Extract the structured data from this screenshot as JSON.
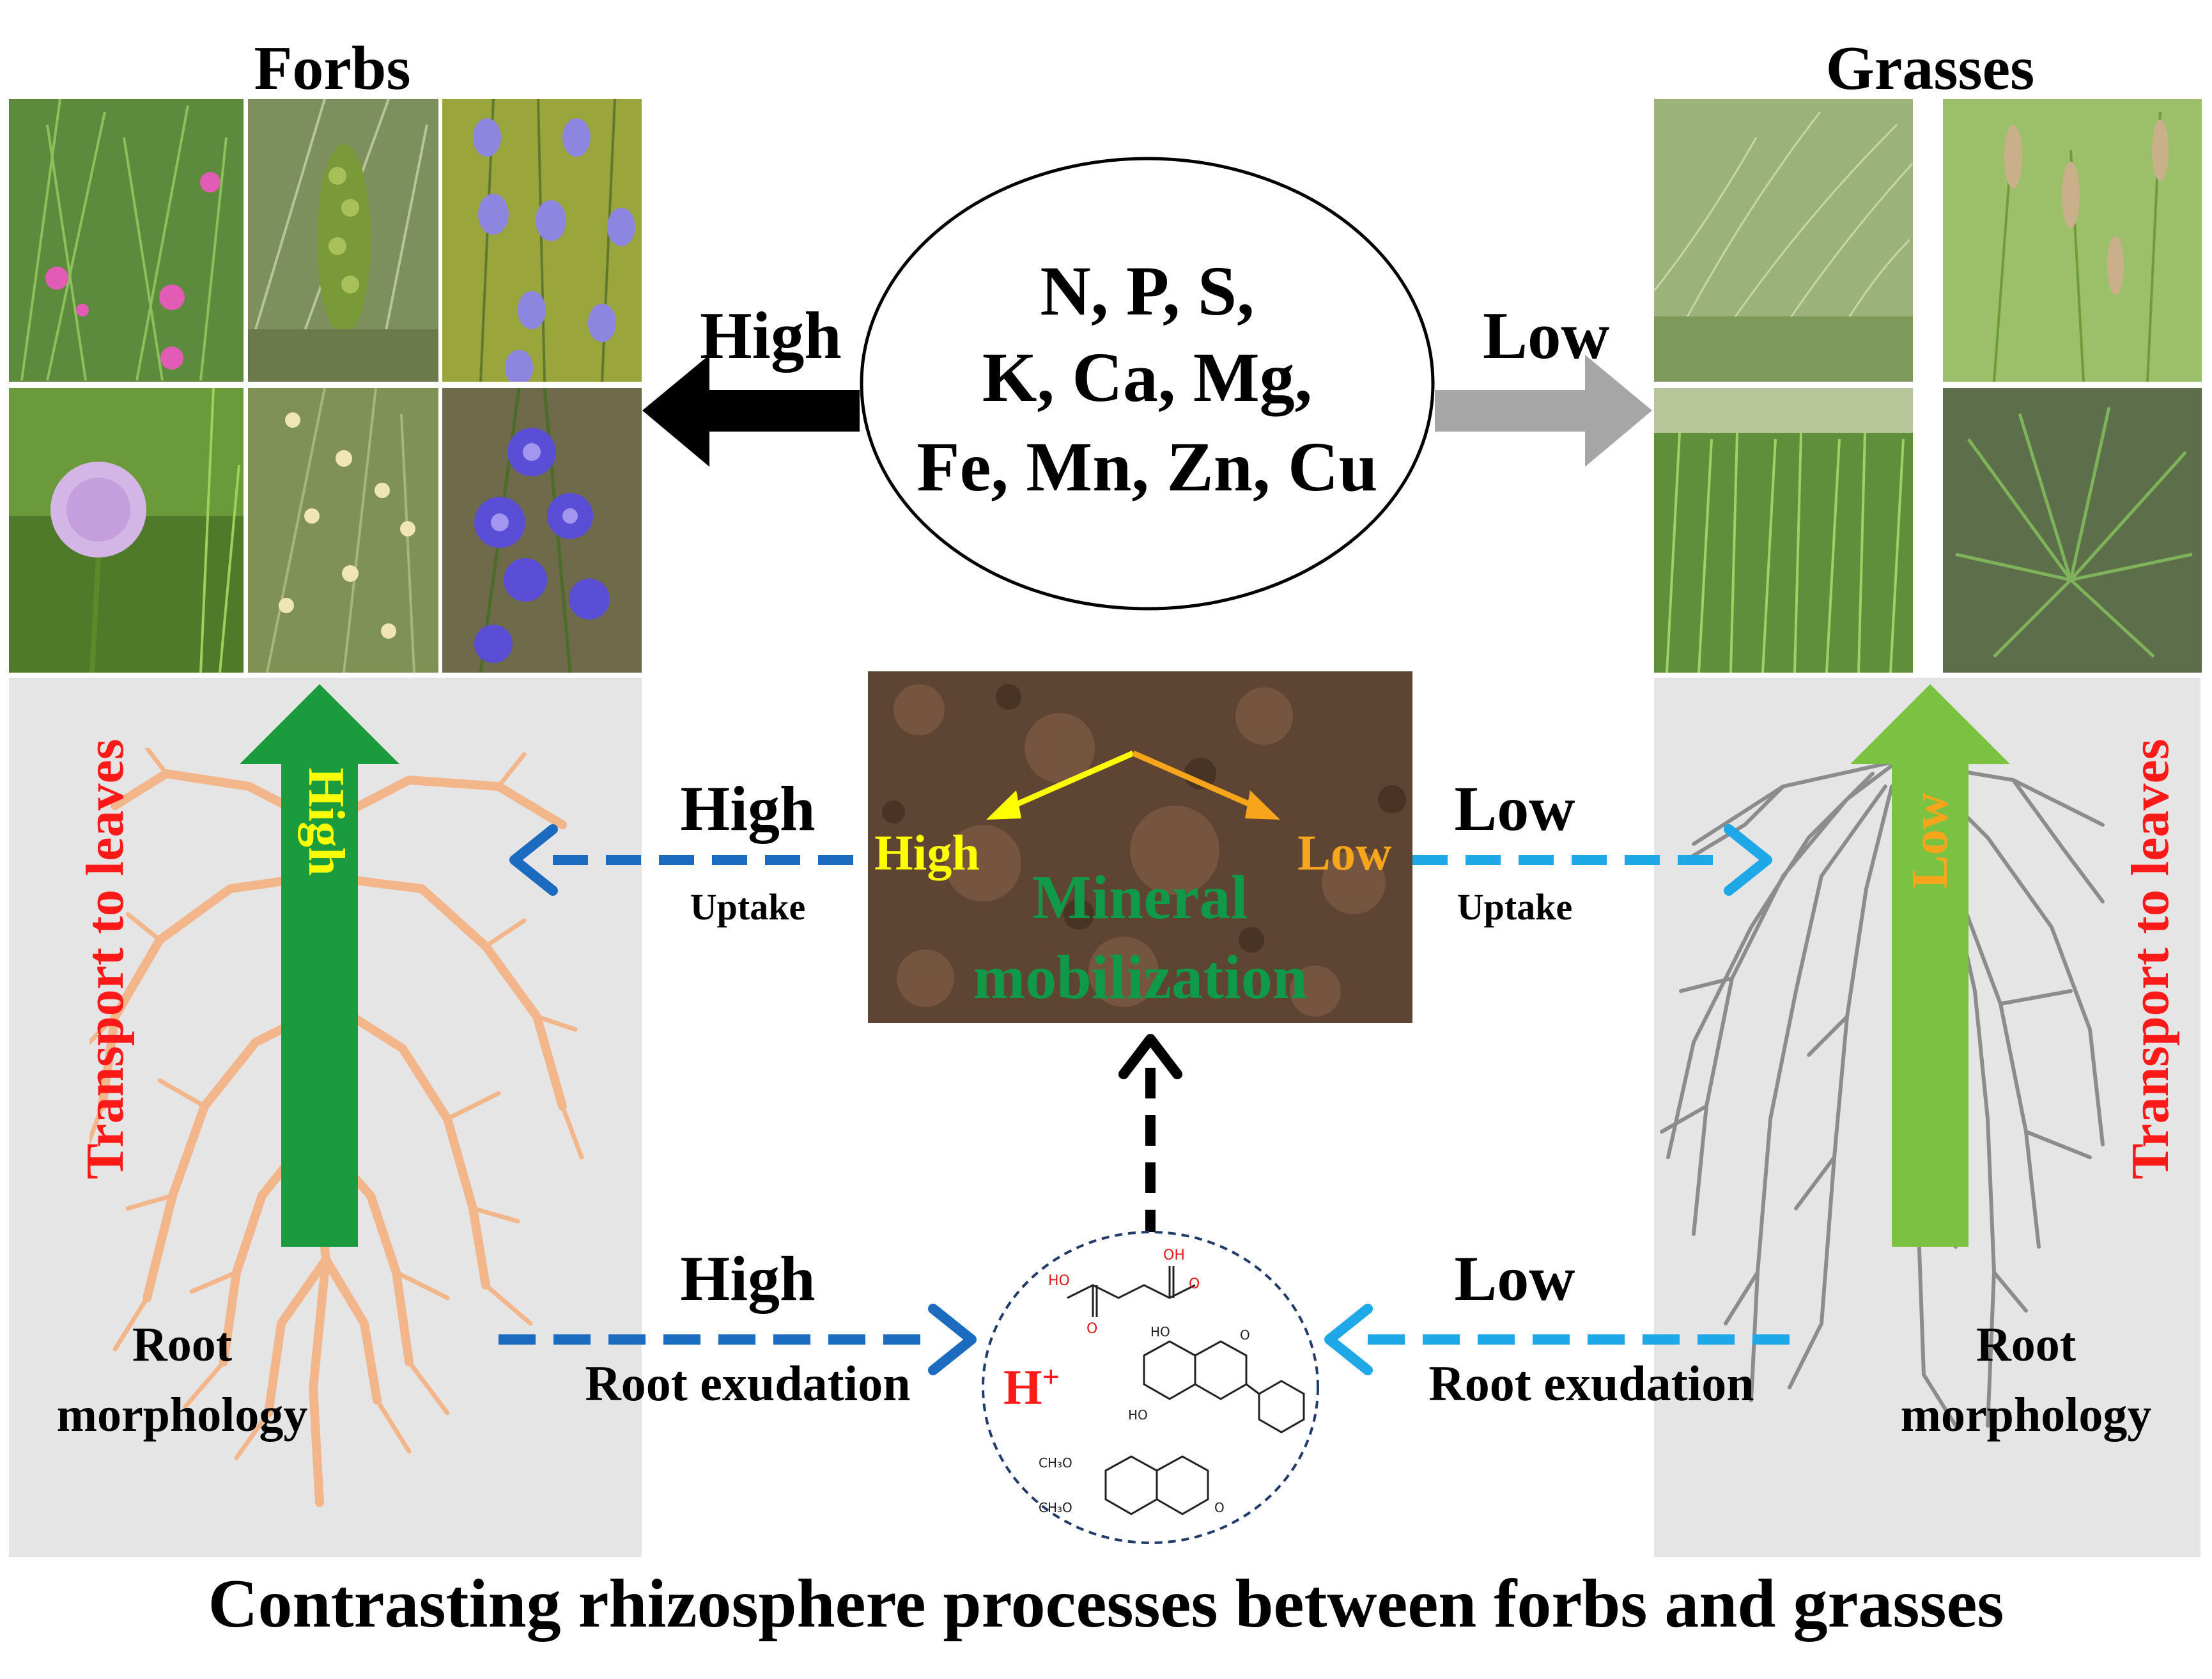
{
  "groups": {
    "forbs": {
      "title": "Forbs"
    },
    "grasses": {
      "title": "Grasses"
    }
  },
  "nutrients": {
    "line1": "N, P, S,",
    "line2": "K, Ca, Mg,",
    "line3": "Fe, Mn, Zn, Cu"
  },
  "concentration": {
    "forbs": "High",
    "grasses": "Low"
  },
  "soil": {
    "high_label": "High",
    "low_label": "Low",
    "title_line1": "Mineral",
    "title_line2": "mobilization"
  },
  "uptake": {
    "forbs_level": "High",
    "forbs_label": "Uptake",
    "grasses_level": "Low",
    "grasses_label": "Uptake"
  },
  "exudation": {
    "forbs_level": "High",
    "forbs_label": "Root exudation",
    "grasses_level": "Low",
    "grasses_label": "Root exudation",
    "proton": "H",
    "proton_charge": "+"
  },
  "roots": {
    "forbs_label_1": "Root",
    "forbs_label_2": "morphology",
    "grasses_label_1": "Root",
    "grasses_label_2": "morphology",
    "forbs_transport": "Transport to leaves",
    "grasses_transport": "Transport to leaves",
    "forbs_transport_level": "High",
    "grasses_transport_level": "Low"
  },
  "caption": "Contrasting rhizosphere processes between forbs and grasses",
  "colors": {
    "panel": "#e6e5e6",
    "forb_root": "#f3b58a",
    "grass_root": "#8c8c8c",
    "forb_arrow": "#1a9b3d",
    "grass_arrow": "#7cc242",
    "dark_blue": "#1b6cc0",
    "light_blue": "#1fa8e8",
    "red": "#ff1a1a",
    "yellow": "#ffff00",
    "orange": "#f7a51a",
    "green_text": "#0e9a48"
  }
}
